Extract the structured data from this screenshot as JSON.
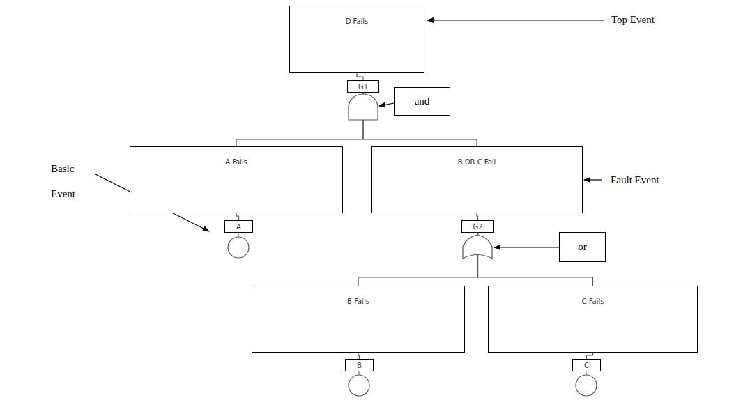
{
  "diagram": {
    "nodes": [
      {
        "text": [
          "D Fails"
        ]
      },
      {
        "text": [
          "G1"
        ]
      },
      {
        "text": [
          "and"
        ]
      },
      {
        "text": [
          "A Fails"
        ]
      },
      {
        "text": [
          "B OR C Fail"
        ]
      },
      {
        "text": [
          "A"
        ]
      },
      {
        "text": [
          "G2"
        ]
      },
      {
        "text": [
          "or"
        ]
      },
      {
        "text": [
          "B Fails"
        ]
      },
      {
        "text": [
          "C Fails"
        ]
      },
      {
        "text": [
          "B"
        ]
      },
      {
        "text": [
          "C"
        ]
      }
    ],
    "edges": [
      {
        "from": 0,
        "to": 1,
        "arrow": "none"
      },
      {
        "from": 1,
        "to": 3,
        "arrow": "none"
      },
      {
        "from": 1,
        "to": 4,
        "arrow": "none"
      },
      {
        "from": 3,
        "to": 5,
        "arrow": "none"
      },
      {
        "from": 4,
        "to": 6,
        "arrow": "none"
      },
      {
        "from": 6,
        "to": 8,
        "arrow": "none"
      },
      {
        "from": 6,
        "to": 9,
        "arrow": "none"
      },
      {
        "from": 8,
        "to": 10,
        "arrow": "none"
      },
      {
        "from": 9,
        "to": 11,
        "arrow": "none"
      }
    ],
    "labels": [
      "Top Event",
      "Fault Event",
      "Basic Event"
    ]
  }
}
